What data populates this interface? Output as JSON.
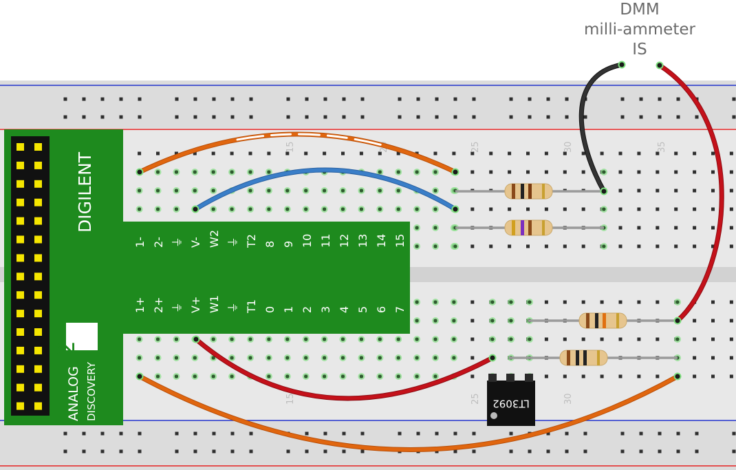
{
  "dmm": {
    "line1": "DMM",
    "line2": "milli-ammeter",
    "line3": "IS"
  },
  "breadboard": {
    "column_numbers_top": [
      "15",
      "20",
      "25",
      "30",
      "35"
    ],
    "column_numbers_bottom": [
      "15",
      "25",
      "30"
    ]
  },
  "ad2": {
    "brand": "DIGILENT",
    "product_number": "2",
    "product_line1": "ANALOG",
    "product_line2": "DISCOVERY",
    "pins_top": [
      "1-",
      "2-",
      "⏚",
      "V-",
      "W2",
      "⏚",
      "T2",
      "8",
      "9",
      "10",
      "11",
      "12",
      "13",
      "14",
      "15"
    ],
    "pins_bottom": [
      "1+",
      "2+",
      "⏚",
      "V+",
      "W1",
      "⏚",
      "T1",
      "0",
      "1",
      "2",
      "3",
      "4",
      "5",
      "6",
      "7"
    ]
  },
  "chip": {
    "label": "LT3092"
  },
  "colors": {
    "board": "#dcdcdc",
    "ad2_green": "#1e8a1e",
    "wire_orange": "#d8600e",
    "wire_blue": "#3a7ec8",
    "wire_red": "#c4111a",
    "wire_black": "#2a2a2a",
    "rail_red": "#e52222",
    "rail_blue": "#2233cc"
  }
}
